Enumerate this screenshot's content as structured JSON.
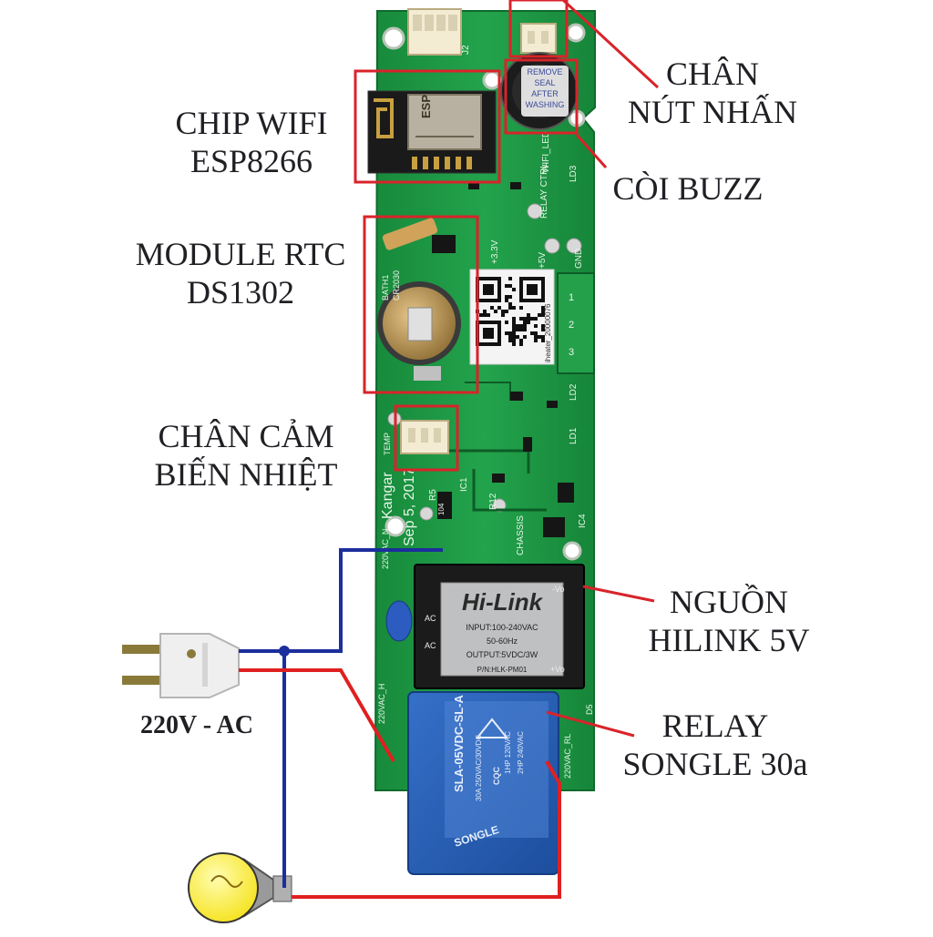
{
  "labels": {
    "button_pins": [
      "CHÂN",
      "NÚT NHẤN"
    ],
    "buzzer": "CÒI BUZZ",
    "wifi_chip": [
      "CHIP WIFI",
      "ESP8266"
    ],
    "rtc_module": [
      "MODULE RTC",
      "DS1302"
    ],
    "temp_sensor_pins": [
      "CHÂN CẢM",
      "BIẾN NHIỆT"
    ],
    "power_supply": [
      "NGUỒN",
      "HILINK 5V"
    ],
    "relay": [
      "RELAY",
      "SONGLE 30a"
    ],
    "mains": "220V - AC"
  },
  "pcb_text": {
    "hilink_brand": "Hi-Link",
    "hilink_input": "INPUT:100-240VAC",
    "hilink_freq": "50-60Hz",
    "hilink_output": "OUTPUT:5VDC/3W",
    "hilink_pn": "P/N:HLK-PM01",
    "hilink_vo_top": "-Vo",
    "hilink_vo_bottom": "+Vo",
    "hilink_ac_top": "AC",
    "hilink_ac_bottom": "AC",
    "relay_model": "SLA-05VDC-SL-A",
    "relay_brand": "SONGLE",
    "relay_rating1": "30A 250VAC/30VDC",
    "relay_rating2": "1HP 120VAC",
    "relay_rating3": "2HP 240VAC",
    "relay_cqc": "CQC",
    "buzzer_sticker": [
      "REMOVE",
      "SEAL",
      "AFTER",
      "WASHING"
    ],
    "esp_marking": "ESP",
    "board_author": "Kangar",
    "board_date": "Sep 5, 2017",
    "qr_caption": "iheater_20000076",
    "batt_label": [
      "BATH1",
      "CR2030"
    ],
    "silk": {
      "j2": "J2",
      "relay_ctrl": "RELAY CTRL",
      "wifi_led": "WIFI_LED",
      "gnd": "GND",
      "v5": "+5V",
      "v33": "+3.3V",
      "temp": "TEMP",
      "chassis": "CHASSIS",
      "ic1": "IC1",
      "ic4": "IC4",
      "r5": "R5",
      "r12": "R12",
      "ac_n": "220VAC_N",
      "ac_h": "220VAC_H",
      "ac_rl": "220VAC_RL",
      "d5": "D5",
      "ld1": "LD1",
      "ld2": "LD2",
      "ld3": "LD3"
    }
  },
  "colors": {
    "pcb": "#1f9a45",
    "highlight_box": "#d9232a",
    "wire_live": "#e02020",
    "wire_neutral": "#1c2e9c",
    "hilink_body": "#1b1b1b",
    "relay_body": "#2a5db5",
    "bulb": "#fff23a"
  }
}
